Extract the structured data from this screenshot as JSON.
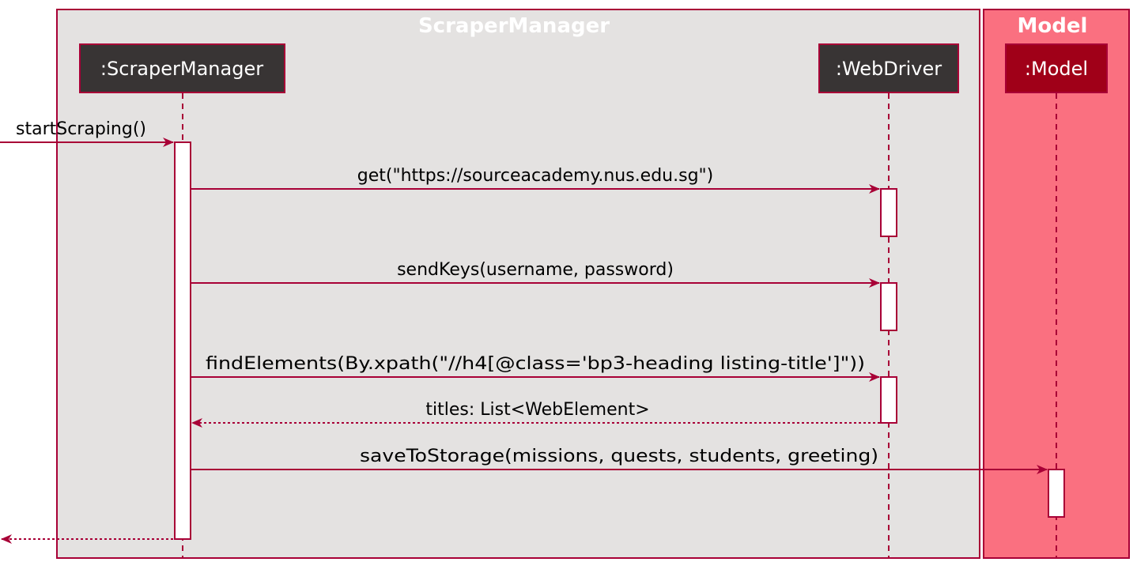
{
  "diagram": {
    "groups": {
      "scraper": {
        "title": "ScraperManager"
      },
      "model": {
        "title": "Model"
      }
    },
    "participants": {
      "scraper_manager": ":ScraperManager",
      "web_driver": ":WebDriver",
      "model": ":Model"
    },
    "messages": {
      "start_scraping": "startScraping()",
      "get_url": "get(\"https://sourceacademy.nus.edu.sg\")",
      "send_keys": "sendKeys(username, password)",
      "find_elements": "findElements(By.xpath(\"//h4[@class='bp3-heading listing-title']\"))",
      "titles_return": "titles: List<WebElement>",
      "save_to_storage": "saveToStorage(missions, quests, students, greeting)"
    },
    "colors": {
      "scraper_group_fill": "#e4e2e1",
      "model_group_fill": "#fa7080",
      "border": "#a80036",
      "participant_dark": "#383434",
      "participant_model": "#a00018",
      "activation_fill": "#ffffff"
    }
  }
}
